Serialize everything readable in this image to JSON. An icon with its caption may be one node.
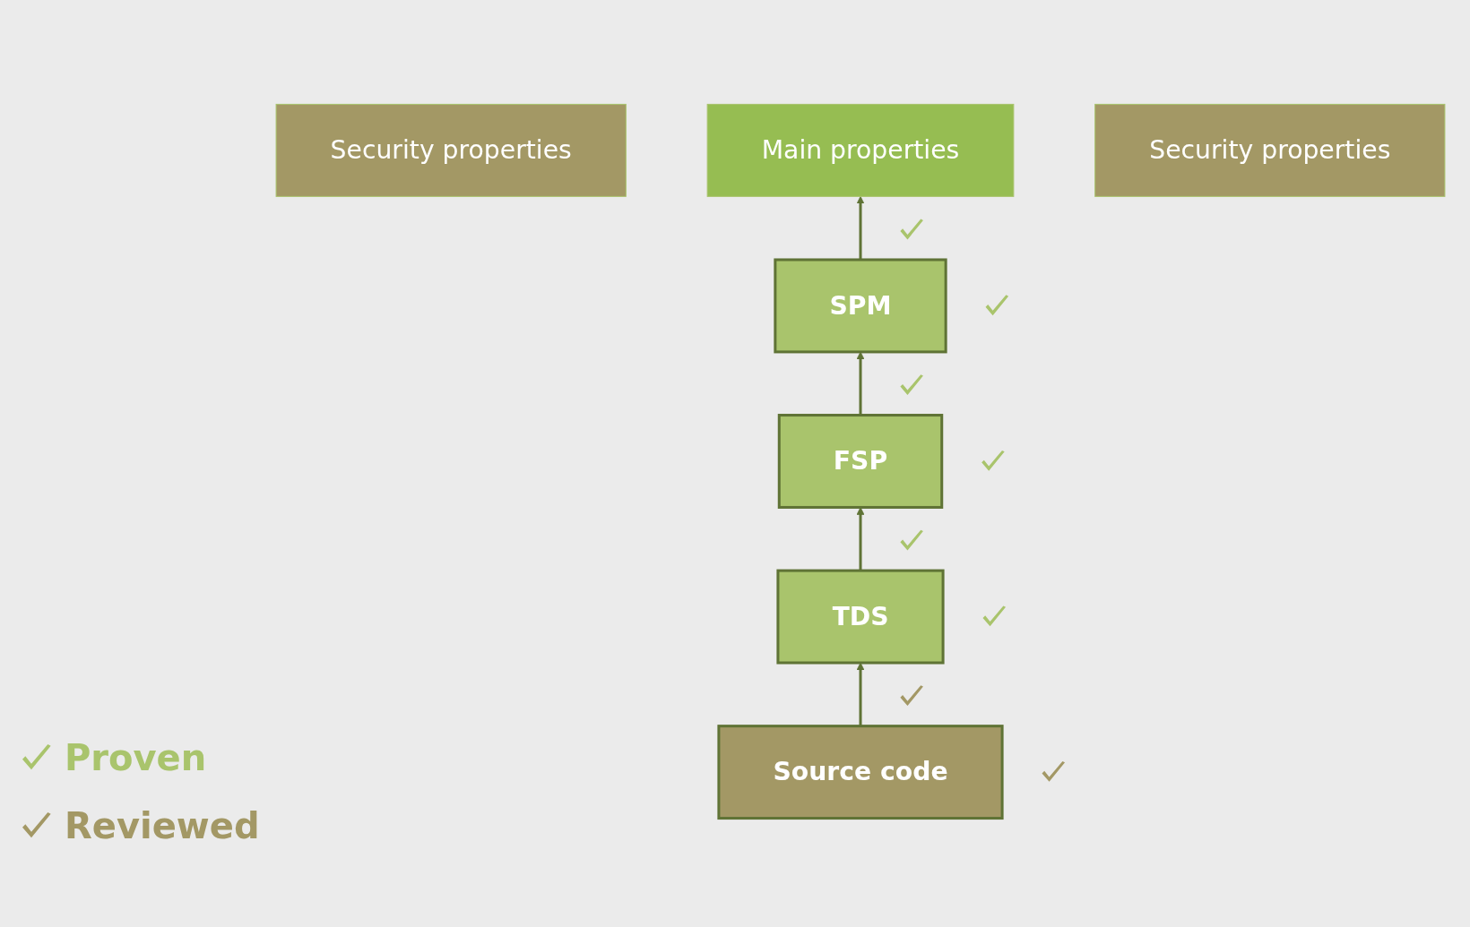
{
  "diagram": {
    "nodes": [
      {
        "text": [
          "Security properties"
        ]
      },
      {
        "text": [
          "Main properties"
        ]
      },
      {
        "text": [
          "Security properties"
        ]
      },
      {
        "text": [
          "SPM"
        ]
      },
      {
        "text": [
          "FSP"
        ]
      },
      {
        "text": [
          "TDS"
        ]
      },
      {
        "text": [
          "Source code"
        ]
      }
    ],
    "edges": [
      {
        "from": 3,
        "to": 1,
        "arrow": "to"
      },
      {
        "from": 4,
        "to": 3,
        "arrow": "to"
      },
      {
        "from": 5,
        "to": 4,
        "arrow": "to"
      },
      {
        "from": 6,
        "to": 5,
        "arrow": "to"
      }
    ],
    "legend": [
      {
        "text": "Proven",
        "color": "#a9c46c"
      },
      {
        "text": "Reviewed",
        "color": "#a39865"
      }
    ]
  }
}
